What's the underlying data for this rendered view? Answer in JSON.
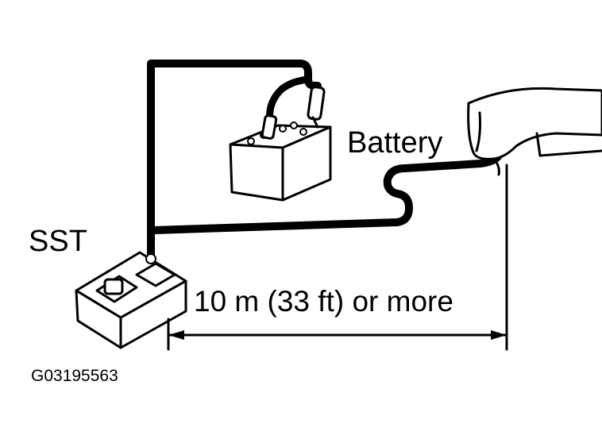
{
  "diagram": {
    "labels": {
      "battery": "Battery",
      "sst": "SST",
      "distance": "10 m (33 ft) or more",
      "figure_code": "G03195563"
    },
    "colors": {
      "ink": "#000000",
      "background": "#ffffff"
    },
    "icons": [
      "battery-icon",
      "sst-tool-icon",
      "sensor-probe-icon",
      "dimension-arrow-icon"
    ]
  }
}
